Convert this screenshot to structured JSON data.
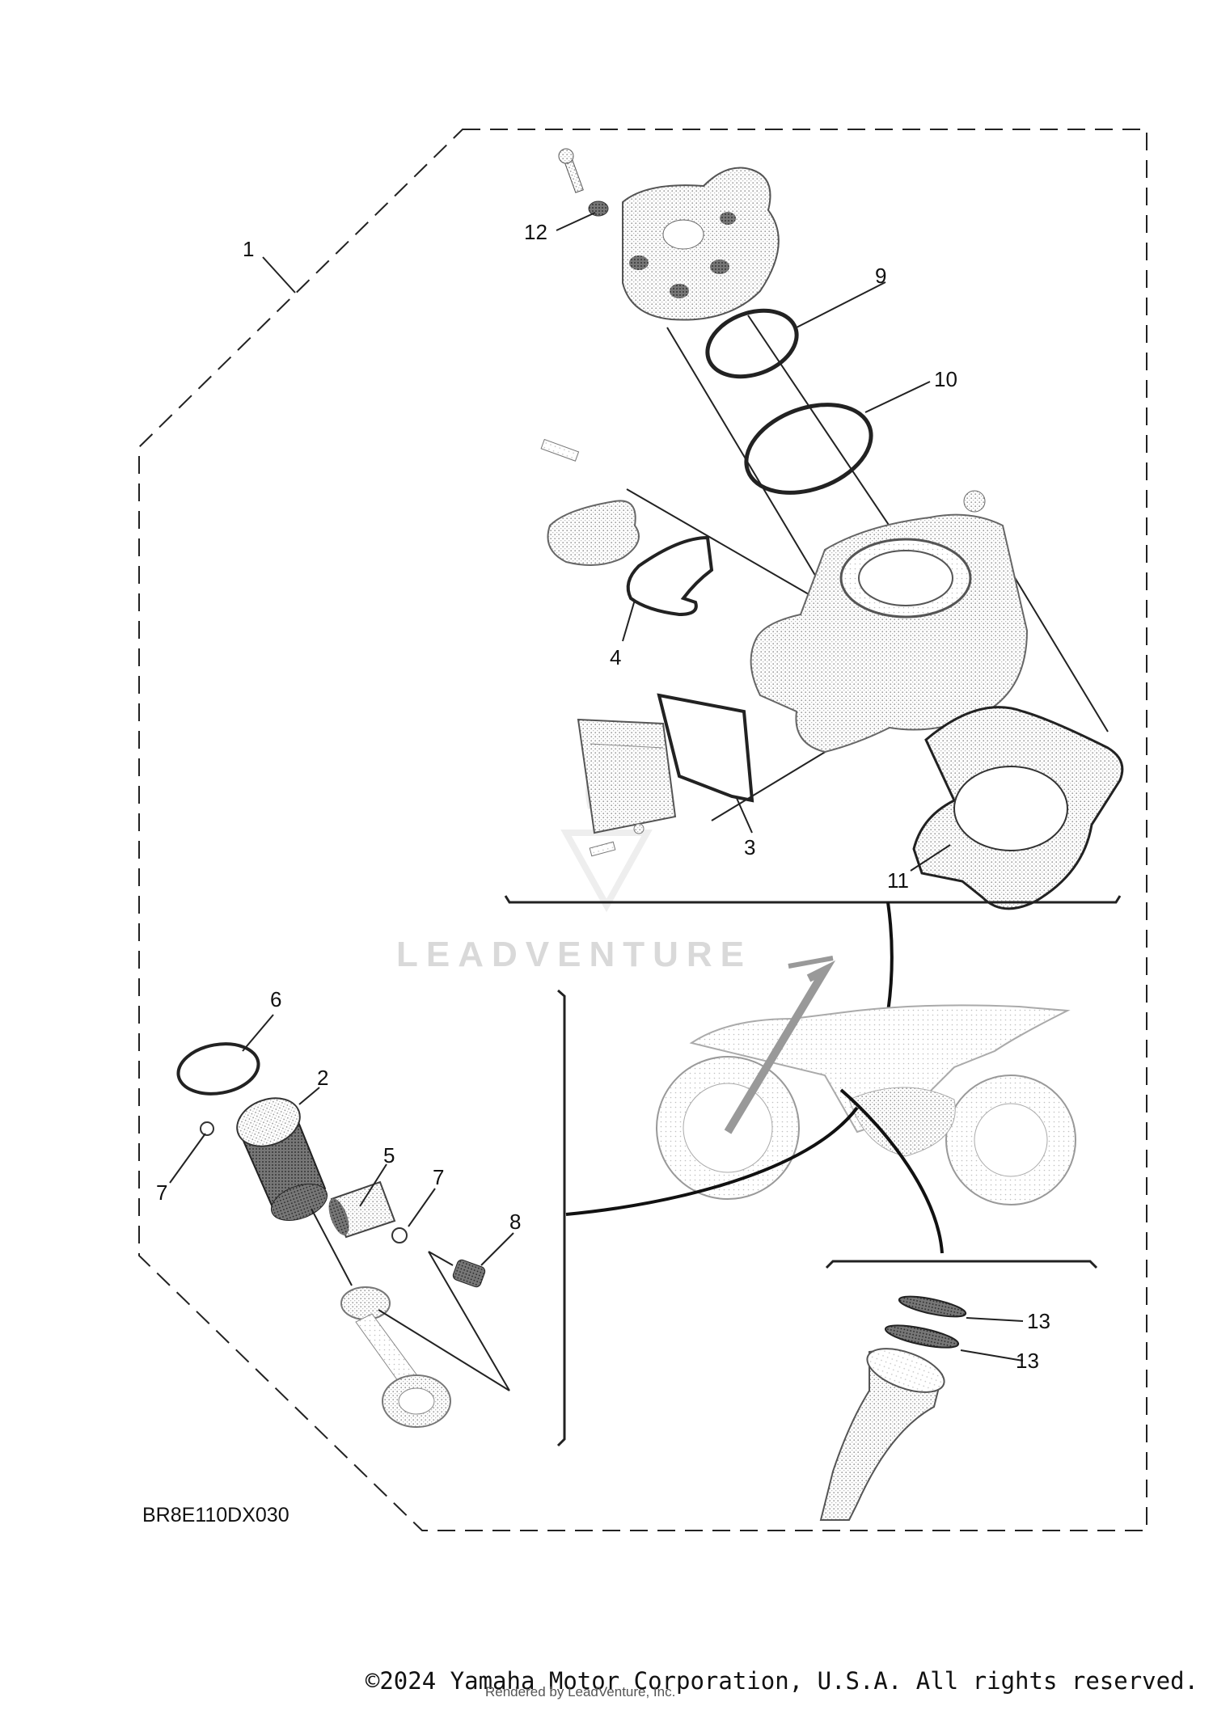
{
  "diagram": {
    "code": "BR8E110DX030",
    "watermark": "LEADVENTURE",
    "callouts": [
      "1",
      "2",
      "3",
      "4",
      "5",
      "6",
      "7",
      "7",
      "8",
      "9",
      "10",
      "11",
      "12",
      "13",
      "13"
    ]
  },
  "footer": {
    "copyright": "©2024 Yamaha Motor Corporation, U.S.A. All rights reserved.",
    "rendered_by": "Rendered by LeadVenture, Inc."
  }
}
